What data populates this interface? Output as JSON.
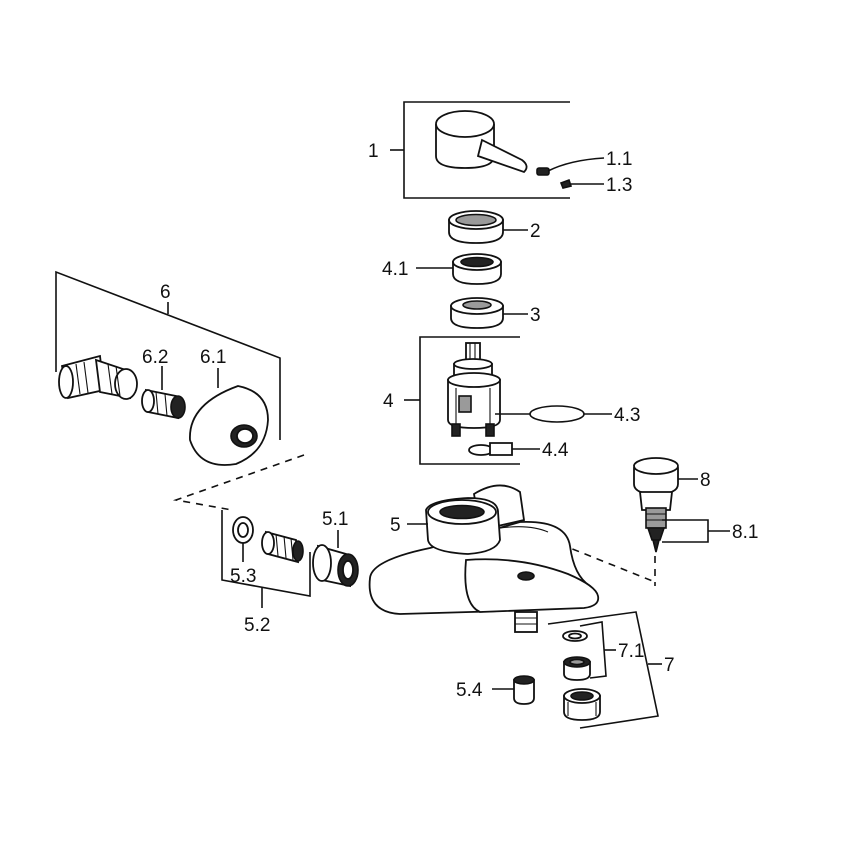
{
  "labels": {
    "l1": "1",
    "l1_1": "1.1",
    "l1_3": "1.3",
    "l2": "2",
    "l4_1": "4.1",
    "l3": "3",
    "l4": "4",
    "l4_3": "4.3",
    "l4_4": "4.4",
    "l6": "6",
    "l6_2": "6.2",
    "l6_1": "6.1",
    "l8": "8",
    "l8_1": "8.1",
    "l5_1": "5.1",
    "l5": "5",
    "l5_3": "5.3",
    "l5_2": "5.2",
    "l7_1": "7.1",
    "l7": "7",
    "l5_4": "5.4"
  }
}
